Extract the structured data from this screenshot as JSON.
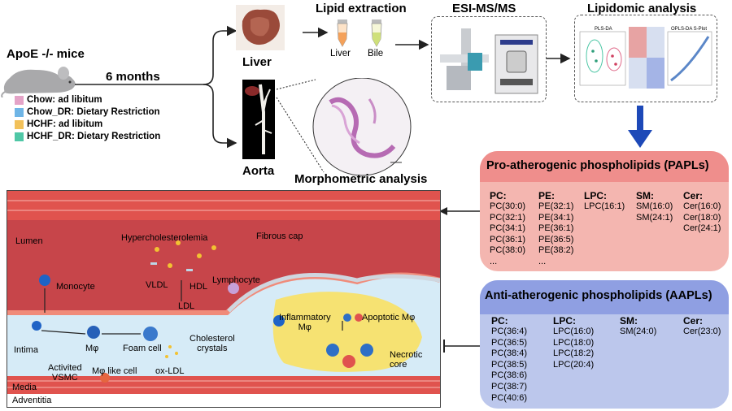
{
  "mice": {
    "title": "ApoE -/- mice",
    "duration": "6 months",
    "legend": [
      {
        "label": "Chow: ad libitum",
        "color": "#e4a3c7"
      },
      {
        "label": "Chow_DR: Dietary Restriction",
        "color": "#6fb5e6"
      },
      {
        "label": "HCHF: ad libitum",
        "color": "#f2c15a"
      },
      {
        "label": "HCHF_DR: Dietary Restriction",
        "color": "#4fc7a6"
      }
    ]
  },
  "workflow": {
    "liver": "Liver",
    "aorta": "Aorta",
    "lipid_extraction": "Lipid extraction",
    "tube_liver": "Liver",
    "tube_bile": "Bile",
    "esi": "ESI-MS/MS",
    "lipidomic": "Lipidomic analysis",
    "morphometric": "Morphometric analysis",
    "plot_labels": {
      "plsda": "PLS-DA",
      "oplsda": "OPLS-DA S-Plot"
    }
  },
  "papl": {
    "title": "Pro-atherogenic phospholipids (PAPLs)",
    "columns": [
      {
        "header": "PC:",
        "items": [
          "PC(30:0)",
          "PC(32:1)",
          "PC(34:1)",
          "PC(36:1)",
          "PC(38:0)",
          "..."
        ]
      },
      {
        "header": "PE:",
        "items": [
          "PE(32:1)",
          "PE(34:1)",
          "PE(36:1)",
          "PE(36:5)",
          "PE(38:2)",
          "..."
        ]
      },
      {
        "header": "LPC:",
        "items": [
          "LPC(16:1)"
        ]
      },
      {
        "header": "SM:",
        "items": [
          "SM(16:0)",
          "SM(24:1)"
        ]
      },
      {
        "header": "Cer:",
        "items": [
          "Cer(16:0)",
          "Cer(18:0)",
          "Cer(24:1)"
        ]
      }
    ]
  },
  "aapl": {
    "title": "Anti-atherogenic phospholipids (AAPLs)",
    "columns": [
      {
        "header": "PC:",
        "items": [
          "PC(36:4)",
          "PC(36:5)",
          "PC(38:4)",
          "PC(38:5)",
          "PC(38:6)",
          "PC(38:7)",
          "PC(40:6)"
        ]
      },
      {
        "header": "LPC:",
        "items": [
          "LPC(16:0)",
          "LPC(18:0)",
          "LPC(18:2)",
          "LPC(20:4)"
        ]
      },
      {
        "header": "SM:",
        "items": [
          "SM(24:0)"
        ]
      },
      {
        "header": "Cer:",
        "items": [
          "Cer(23:0)"
        ]
      }
    ]
  },
  "artery": {
    "lumen": "Lumen",
    "hypercholesterolemia": "Hypercholesterolemia",
    "fibrous_cap": "Fibrous cap",
    "monocyte": "Monocyte",
    "vldl": "VLDL",
    "hdl": "HDL",
    "ldl": "LDL",
    "lymphocyte": "Lymphocyte",
    "inflammatory_1": "Inflammatory",
    "inflammatory_2": "Mφ",
    "apoptotic": "Apoptotic Mφ",
    "intima": "Intima",
    "mphi": "Mφ",
    "foam_cell": "Foam cell",
    "cholesterol_1": "Cholesterol",
    "cholesterol_2": "crystals",
    "necrotic_1": "Necrotic",
    "necrotic_2": "core",
    "activated_1": "Activited",
    "activated_2": "VSMC",
    "mphi_like": "Mφ like cell",
    "oxldl": "ox-LDL",
    "media": "Media",
    "adventitia": "Adventitia"
  }
}
